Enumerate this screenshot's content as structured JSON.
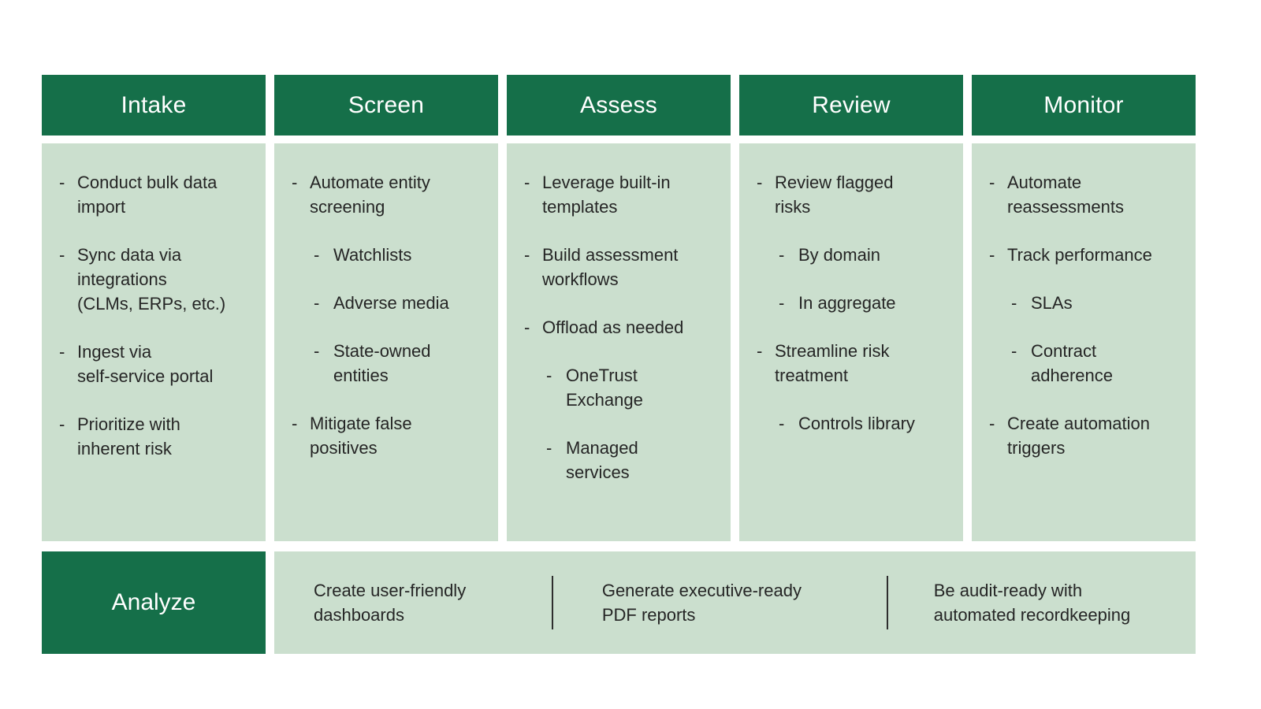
{
  "colors": {
    "header_bg": "#156f49",
    "body_bg": "#cbdfce",
    "header_text": "#ffffff",
    "body_text": "#252525",
    "divider": "#2e2e2e"
  },
  "columns": [
    {
      "title": "Intake",
      "items": [
        {
          "level": 1,
          "text": "Conduct bulk data\nimport"
        },
        {
          "level": 1,
          "text": "Sync data via\nintegrations\n(CLMs, ERPs, etc.)"
        },
        {
          "level": 1,
          "text": "Ingest via\nself-service portal"
        },
        {
          "level": 1,
          "text": "Prioritize with\ninherent risk"
        }
      ]
    },
    {
      "title": "Screen",
      "items": [
        {
          "level": 1,
          "text": "Automate entity\nscreening"
        },
        {
          "level": 2,
          "text": "Watchlists"
        },
        {
          "level": 2,
          "text": "Adverse media"
        },
        {
          "level": 2,
          "text": "State-owned\nentities"
        },
        {
          "level": 1,
          "text": "Mitigate false\npositives"
        }
      ]
    },
    {
      "title": "Assess",
      "items": [
        {
          "level": 1,
          "text": "Leverage built-in\ntemplates"
        },
        {
          "level": 1,
          "text": "Build assessment\nworkflows"
        },
        {
          "level": 1,
          "text": "Offload as needed"
        },
        {
          "level": 2,
          "text": "OneTrust\nExchange"
        },
        {
          "level": 2,
          "text": "Managed\nservices"
        }
      ]
    },
    {
      "title": "Review",
      "items": [
        {
          "level": 1,
          "text": "Review flagged\nrisks"
        },
        {
          "level": 2,
          "text": "By domain"
        },
        {
          "level": 2,
          "text": "In aggregate"
        },
        {
          "level": 1,
          "text": "Streamline risk\ntreatment"
        },
        {
          "level": 2,
          "text": "Controls library"
        }
      ]
    },
    {
      "title": "Monitor",
      "items": [
        {
          "level": 1,
          "text": "Automate\nreassessments"
        },
        {
          "level": 1,
          "text": "Track performance"
        },
        {
          "level": 2,
          "text": "SLAs"
        },
        {
          "level": 2,
          "text": "Contract\nadherence"
        },
        {
          "level": 1,
          "text": "Create automation\ntriggers"
        }
      ]
    }
  ],
  "bottom": {
    "title": "Analyze",
    "items": [
      {
        "text": "Create user-friendly\ndashboards"
      },
      {
        "text": "Generate executive-ready\nPDF reports"
      },
      {
        "text": "Be audit-ready with\nautomated recordkeeping"
      }
    ]
  }
}
